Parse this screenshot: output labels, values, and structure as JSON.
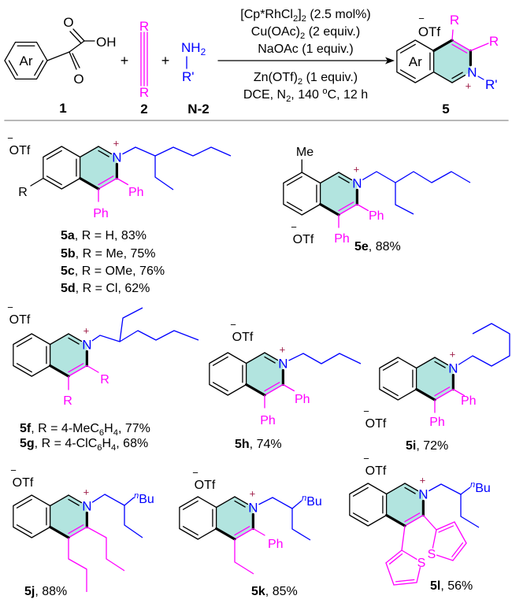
{
  "reactants": {
    "keto_acid": {
      "ring": "Ar",
      "ketone_o": "O",
      "acid_o": "O",
      "oh": "OH",
      "number": "1"
    },
    "alkyne": {
      "r_top": "R",
      "r_bottom": "R",
      "number": "2"
    },
    "amine": {
      "nh2": [
        {
          "t": "NH"
        },
        {
          "t": "2",
          "sub": true
        }
      ],
      "r": "R'",
      "number": "N-2"
    },
    "plus_signs": [
      "+",
      "+"
    ]
  },
  "conditions": {
    "above": [
      [
        {
          "t": "[Cp*RhCl"
        },
        {
          "t": "2",
          "sub": true
        },
        {
          "t": "]"
        },
        {
          "t": "2",
          "sub": true
        },
        {
          "t": " (2.5 mol%)"
        }
      ],
      [
        {
          "t": "Cu(OAc)"
        },
        {
          "t": "2",
          "sub": true
        },
        {
          "t": " (2 equiv.)"
        }
      ],
      [
        {
          "t": "NaOAc (1 equiv.)"
        }
      ]
    ],
    "below": [
      [
        {
          "t": "Zn(OTf)"
        },
        {
          "t": "2",
          "sub": true
        },
        {
          "t": " (1 equiv.)"
        }
      ],
      [
        {
          "t": "DCE, N"
        },
        {
          "t": "2",
          "sub": true
        },
        {
          "t": ", 140 "
        },
        {
          "t": "o",
          "sup": true
        },
        {
          "t": "C, 12 h"
        }
      ]
    ]
  },
  "product": {
    "counterion": "OTf",
    "anion_charge": "−",
    "ring": "Ar",
    "r4": "R",
    "r3": "R",
    "n": "N",
    "cation_charge": "+",
    "n_substituent": "R'",
    "number": "5"
  },
  "examples": [
    {
      "counterion": "OTf",
      "anion_charge": "−",
      "n": "N",
      "cation_charge": "+",
      "r": "R",
      "c3": "Ph",
      "c4": "Ph",
      "labels": [
        [
          {
            "t": "5a",
            "b": true
          },
          {
            "t": ", R = H, 83%"
          }
        ],
        [
          {
            "t": "5b",
            "b": true
          },
          {
            "t": ", R = Me, 75%"
          }
        ],
        [
          {
            "t": "5c",
            "b": true
          },
          {
            "t": ", R = OMe, 76%"
          }
        ],
        [
          {
            "t": "5d",
            "b": true
          },
          {
            "t": ", R = Cl, 62%"
          }
        ]
      ]
    },
    {
      "counterion": "OTf",
      "anion_charge": "−",
      "n": "N",
      "cation_charge": "+",
      "me": "Me",
      "c3": "Ph",
      "c4": "Ph",
      "labels": [
        [
          {
            "t": "5e",
            "b": true
          },
          {
            "t": ", 88%"
          }
        ]
      ]
    },
    {
      "counterion": "OTf",
      "anion_charge": "−",
      "n": "N",
      "cation_charge": "+",
      "c3": "R",
      "c4": "R",
      "labels": [
        [
          {
            "t": "5f",
            "b": true
          },
          {
            "t": ", R = 4-MeC"
          },
          {
            "t": "6",
            "sub": true
          },
          {
            "t": "H"
          },
          {
            "t": "4",
            "sub": true
          },
          {
            "t": ", 77%"
          }
        ],
        [
          {
            "t": "5g",
            "b": true
          },
          {
            "t": ", R = 4-ClC"
          },
          {
            "t": "6",
            "sub": true
          },
          {
            "t": "H"
          },
          {
            "t": "4",
            "sub": true
          },
          {
            "t": ", 68%"
          }
        ]
      ]
    },
    {
      "counterion": "OTf",
      "anion_charge": "−",
      "n": "N",
      "cation_charge": "+",
      "c3": "Ph",
      "c4": "Ph",
      "labels": [
        [
          {
            "t": "5h",
            "b": true
          },
          {
            "t": ", 74%"
          }
        ]
      ]
    },
    {
      "counterion": "OTf",
      "anion_charge": "−",
      "n": "N",
      "cation_charge": "+",
      "c3": "Ph",
      "c4": "Ph",
      "labels": [
        [
          {
            "t": "5i",
            "b": true
          },
          {
            "t": ", 72%"
          }
        ]
      ]
    },
    {
      "counterion": "OTf",
      "anion_charge": "−",
      "n": "N",
      "cation_charge": "+",
      "n_branch": [
        {
          "t": "n",
          "sup": true,
          "i": true
        },
        {
          "t": "Bu"
        }
      ],
      "labels": [
        [
          {
            "t": "5j",
            "b": true
          },
          {
            "t": ", 88%"
          }
        ]
      ]
    },
    {
      "counterion": "OTf",
      "anion_charge": "−",
      "n": "N",
      "cation_charge": "+",
      "c3": "Ph",
      "n_branch": [
        {
          "t": "n",
          "sup": true,
          "i": true
        },
        {
          "t": "Bu"
        }
      ],
      "labels": [
        [
          {
            "t": "5k",
            "b": true
          },
          {
            "t": ", 85%"
          }
        ]
      ]
    },
    {
      "counterion": "OTf",
      "anion_charge": "−",
      "n": "N",
      "cation_charge": "+",
      "n_branch": [
        {
          "t": "n",
          "sup": true,
          "i": true
        },
        {
          "t": "Bu"
        }
      ],
      "thiophene_s": [
        "S",
        "S"
      ],
      "labels": [
        [
          {
            "t": "5l",
            "b": true
          },
          {
            "t": ", 56%"
          }
        ]
      ]
    }
  ],
  "colors": {
    "substituent": "#ff00ff",
    "amine": "#0000ff",
    "ring_fill": "#b2e4df",
    "charge": "#a0204a"
  }
}
